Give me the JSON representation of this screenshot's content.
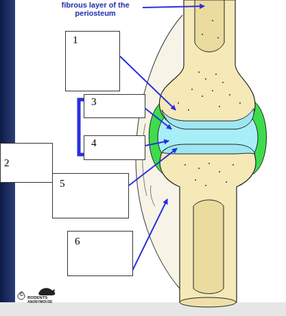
{
  "diagram": {
    "nodes": [
      {
        "text": [
          "1"
        ]
      },
      {
        "text": [
          "2"
        ]
      },
      {
        "text": [
          "3"
        ]
      },
      {
        "text": [
          "4"
        ]
      },
      {
        "text": [
          "5"
        ]
      },
      {
        "text": [
          "6"
        ]
      }
    ],
    "labels": [
      "fibrous layer of the periosteum",
      "©",
      "RODENTS",
      "ANONYMOUSE"
    ]
  }
}
